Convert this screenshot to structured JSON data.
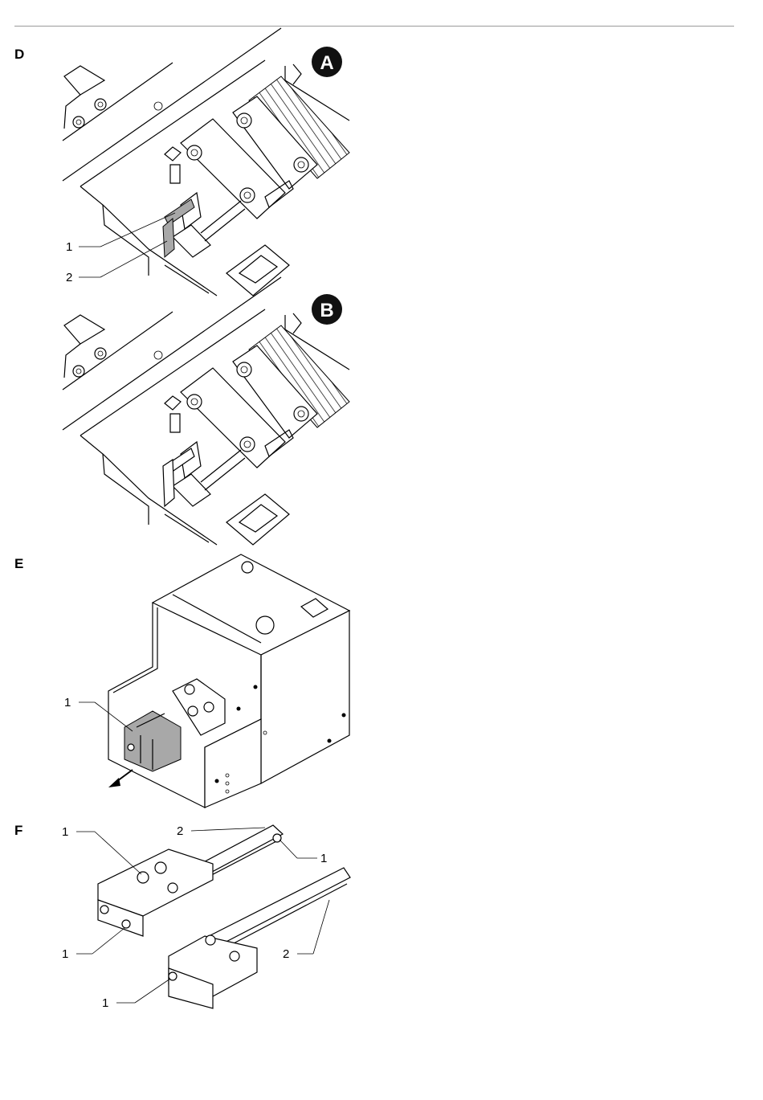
{
  "sections": {
    "d": {
      "letter": "D",
      "badge_a": "A",
      "badge_b": "B",
      "callouts_a": [
        "1",
        "2"
      ]
    },
    "e": {
      "letter": "E",
      "callouts": [
        "1"
      ]
    },
    "f": {
      "letter": "F",
      "callouts": [
        "1",
        "2",
        "1",
        "1",
        "2",
        "1"
      ]
    }
  },
  "colors": {
    "rule": "#9a9a9a",
    "highlight_part": "#a8a8a8",
    "badge": "#111111"
  }
}
